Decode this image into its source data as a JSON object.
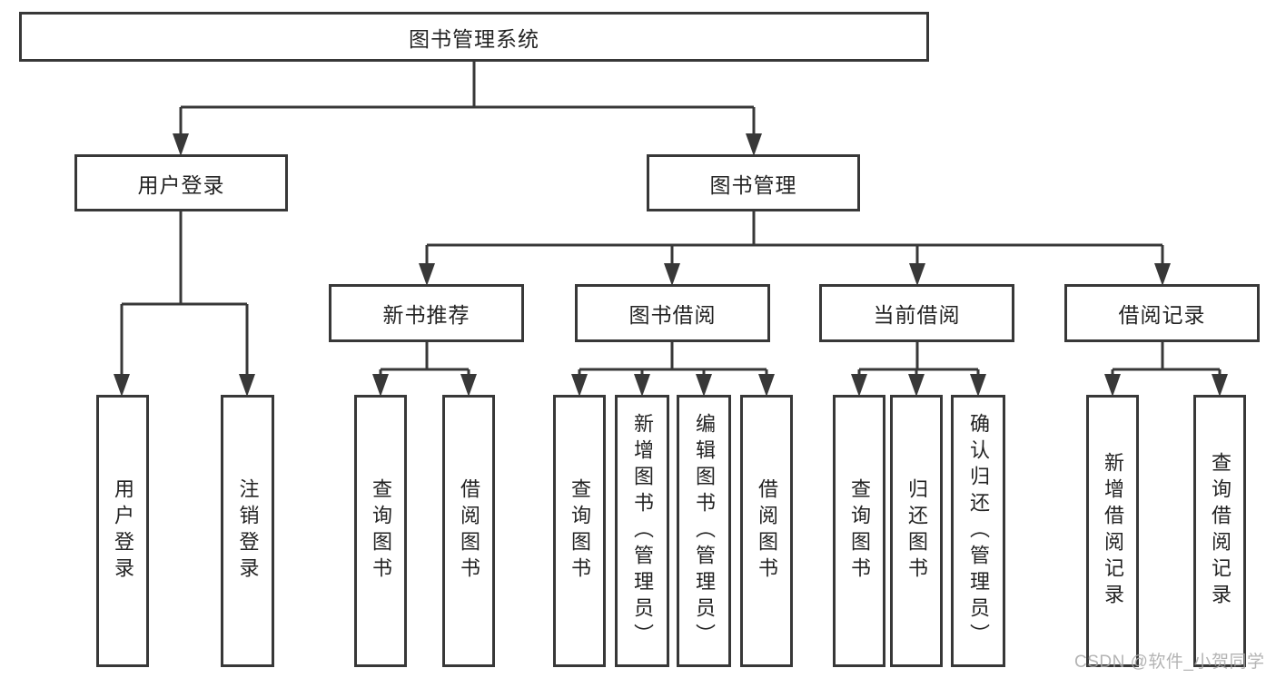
{
  "diagram": {
    "tree": {
      "root": {
        "label": "图书管理系统",
        "children": [
          {
            "label": "用户登录",
            "children": [
              {
                "label": "用户登录"
              },
              {
                "label": "注销登录"
              }
            ]
          },
          {
            "label": "图书管理",
            "children": [
              {
                "label": "新书推荐",
                "children": [
                  {
                    "label": "查询图书"
                  },
                  {
                    "label": "借阅图书"
                  }
                ]
              },
              {
                "label": "图书借阅",
                "children": [
                  {
                    "label": "查询图书"
                  },
                  {
                    "label": "新增图书（管理员）"
                  },
                  {
                    "label": "编辑图书（管理员）"
                  },
                  {
                    "label": "借阅图书"
                  }
                ]
              },
              {
                "label": "当前借阅",
                "children": [
                  {
                    "label": "查询图书"
                  },
                  {
                    "label": "归还图书"
                  },
                  {
                    "label": "确认归还（管理员）"
                  }
                ]
              },
              {
                "label": "借阅记录",
                "children": [
                  {
                    "label": "新增借阅记录"
                  },
                  {
                    "label": "查询借阅记录"
                  }
                ]
              }
            ]
          }
        ]
      }
    },
    "colors": {
      "line": "#383838",
      "text": "#232323",
      "watermark_text": "#a8a8a8",
      "background": "#ffffff"
    }
  },
  "watermark": {
    "text": "CSDN @软件_小贺同学"
  }
}
